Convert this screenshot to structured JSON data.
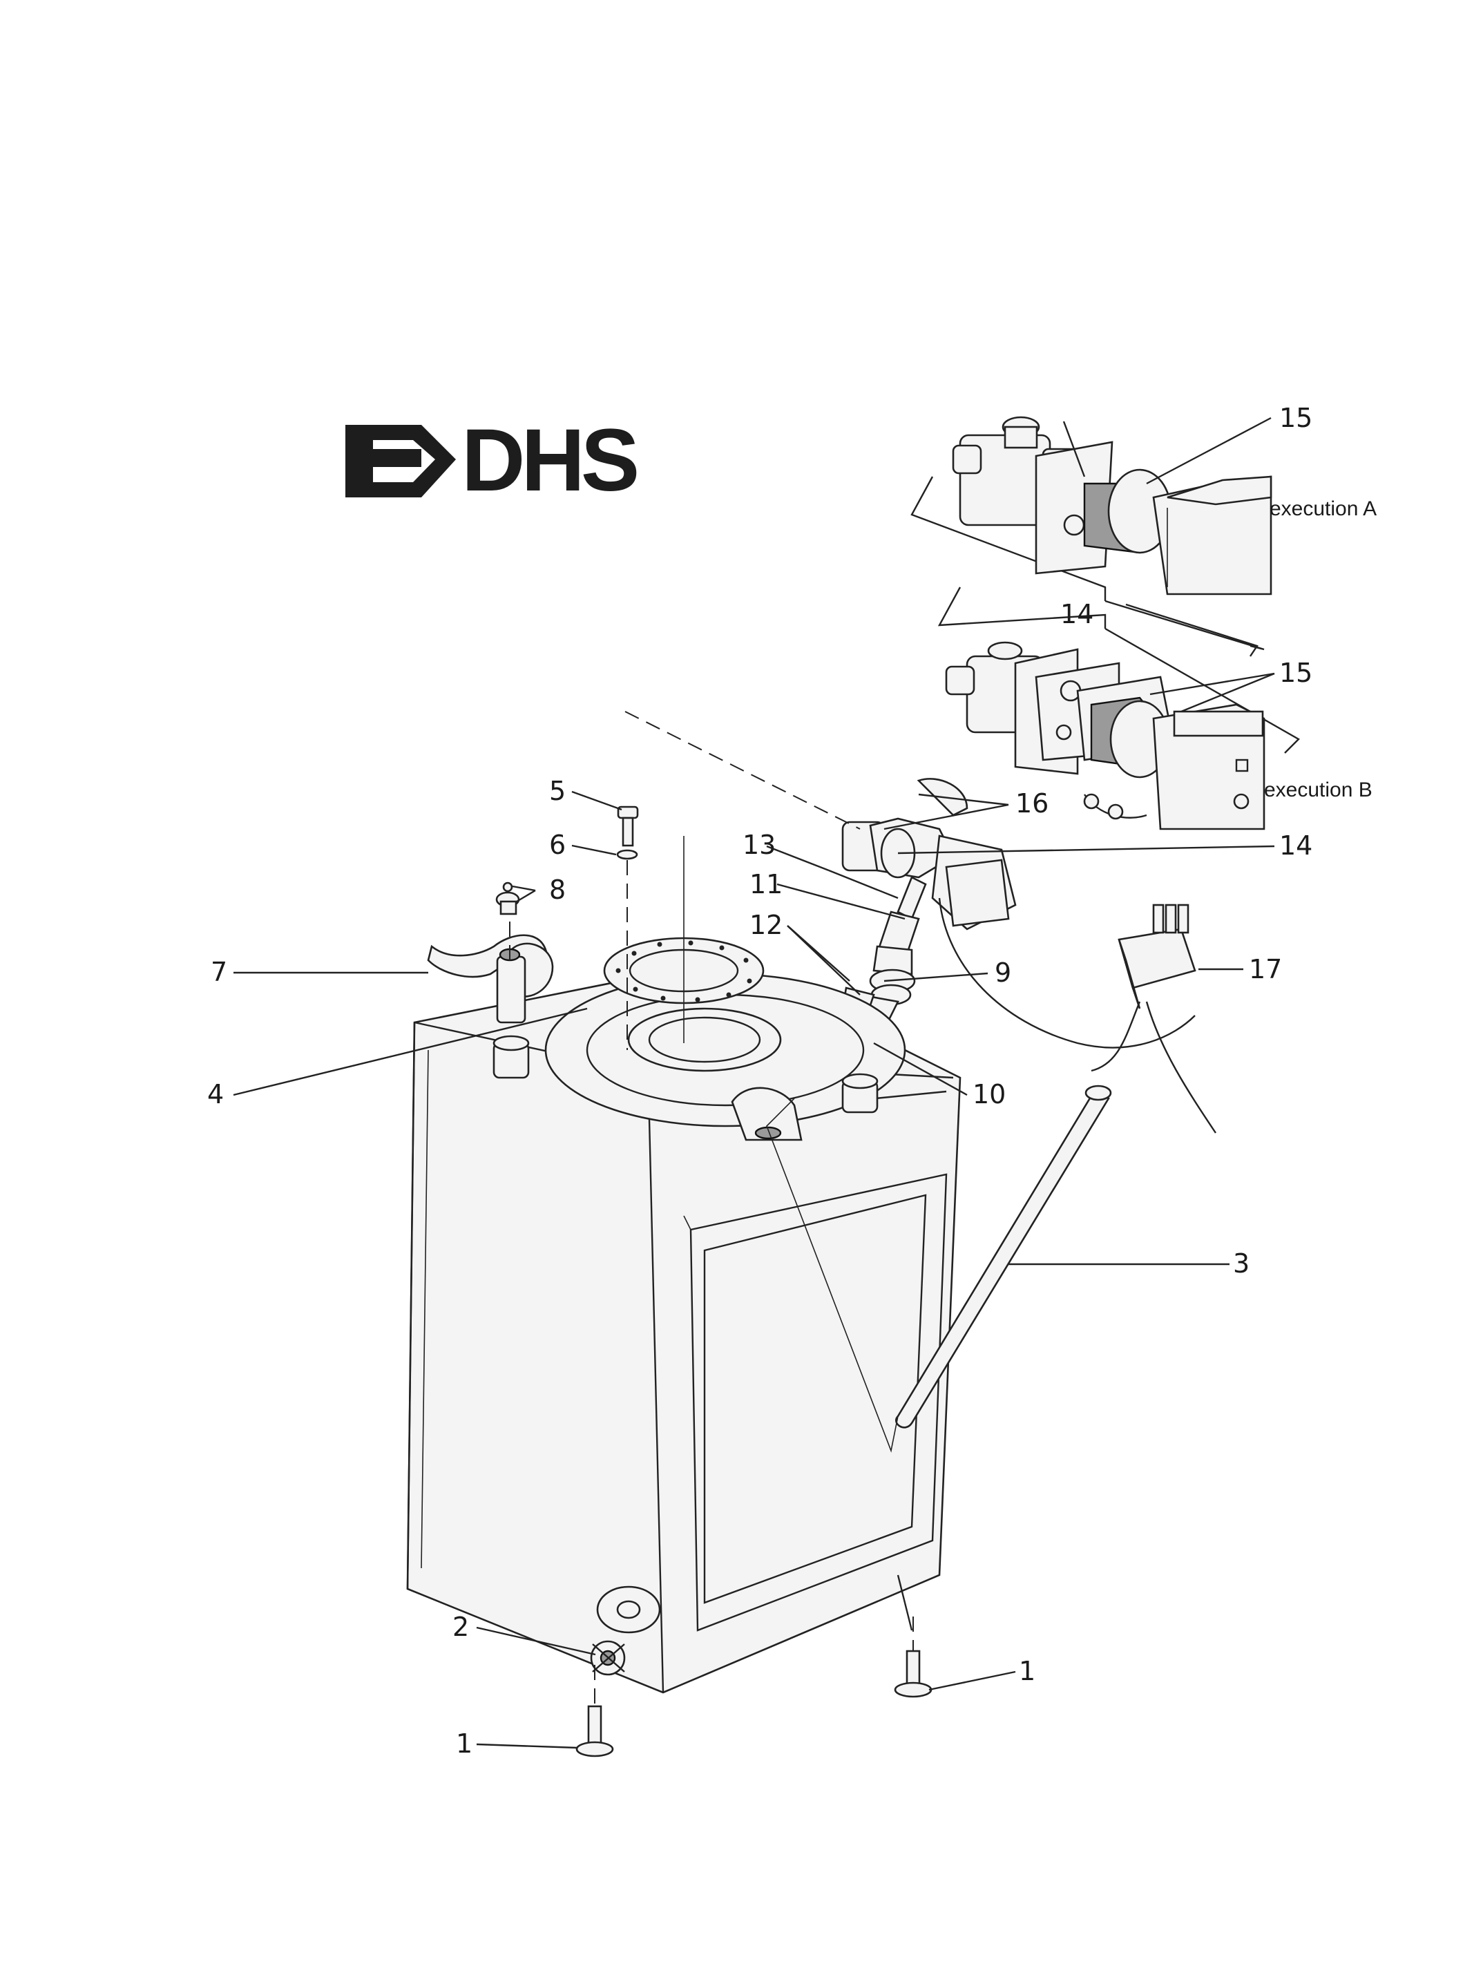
{
  "logo": {
    "text": "DHS"
  },
  "variants": {
    "execution_a": "execution A",
    "execution_b": "execution B"
  },
  "callouts": [
    {
      "id": "c15a",
      "label": "15"
    },
    {
      "id": "c14a",
      "label": "14"
    },
    {
      "id": "c15b",
      "label": "15"
    },
    {
      "id": "c16",
      "label": "16"
    },
    {
      "id": "c14b",
      "label": "14"
    },
    {
      "id": "c5",
      "label": "5"
    },
    {
      "id": "c6",
      "label": "6"
    },
    {
      "id": "c13",
      "label": "13"
    },
    {
      "id": "c8",
      "label": "8"
    },
    {
      "id": "c11",
      "label": "11"
    },
    {
      "id": "c12",
      "label": "12"
    },
    {
      "id": "c7",
      "label": "7"
    },
    {
      "id": "c9",
      "label": "9"
    },
    {
      "id": "c17",
      "label": "17"
    },
    {
      "id": "c4",
      "label": "4"
    },
    {
      "id": "c10",
      "label": "10"
    },
    {
      "id": "c3",
      "label": "3"
    },
    {
      "id": "c2",
      "label": "2"
    },
    {
      "id": "c1a",
      "label": "1"
    },
    {
      "id": "c1b",
      "label": "1"
    }
  ],
  "colors": {
    "ink": "#222222",
    "paper": "#ffffff",
    "shade": "#9a9a9a"
  }
}
